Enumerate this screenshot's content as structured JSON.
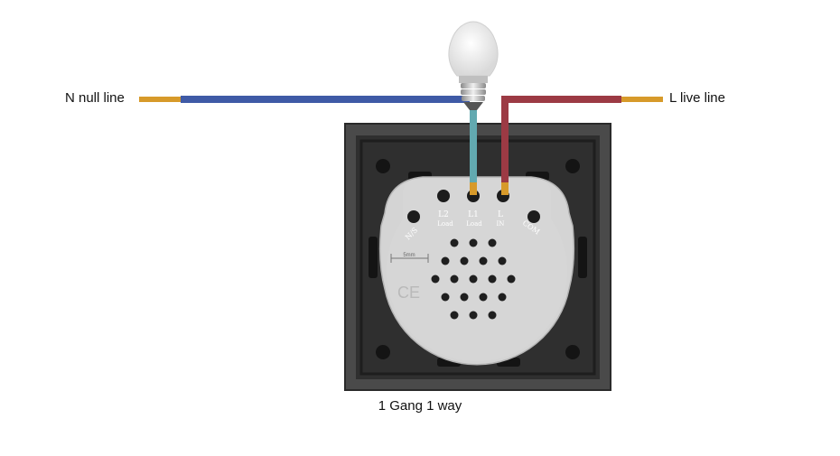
{
  "labels": {
    "neutral": "N null line",
    "live": "L live line",
    "caption": "1 Gang 1 way"
  },
  "terminals": {
    "t2": "L2",
    "t2_sub": "Load",
    "t1": "L1",
    "t1_sub": "Load",
    "l": "L",
    "l_sub": "IN",
    "com": "COM",
    "ns": "N/S",
    "scale": "5mm",
    "ce": "CE"
  },
  "colors": {
    "neutral_wire": "#3f5aa6",
    "live_wire": "#9c3a44",
    "load_wire": "#62a9b0",
    "copper": "#d79a2a",
    "frame": "#3e3e3e",
    "module": "#d6d6d6"
  }
}
